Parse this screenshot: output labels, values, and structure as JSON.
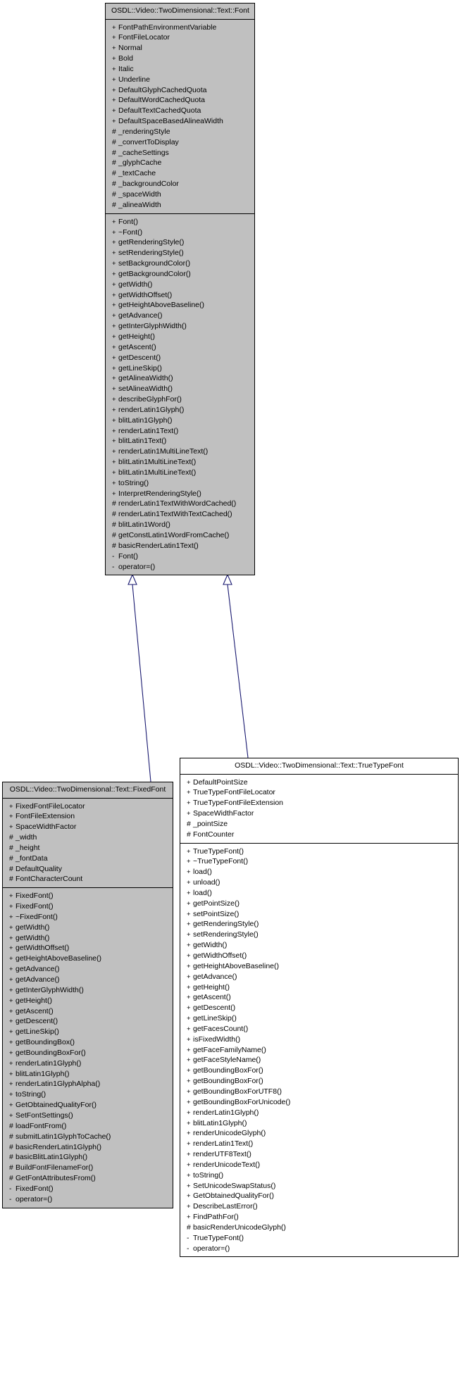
{
  "diagram": {
    "type": "uml-class-diagram",
    "title": "OSDL Text Font class hierarchy",
    "relationship": "generalization",
    "edge_color": "#191970",
    "class_fill": "#c0c0c0",
    "class_fill_alt": "#ffffff",
    "border_color": "#000000"
  },
  "classes": {
    "font": {
      "name": "OSDL::Video::TwoDimensional::Text::Font",
      "attributes": [
        {
          "vis": "+",
          "name": "FontPathEnvironmentVariable"
        },
        {
          "vis": "+",
          "name": "FontFileLocator"
        },
        {
          "vis": "+",
          "name": "Normal"
        },
        {
          "vis": "+",
          "name": "Bold"
        },
        {
          "vis": "+",
          "name": "Italic"
        },
        {
          "vis": "+",
          "name": "Underline"
        },
        {
          "vis": "+",
          "name": "DefaultGlyphCachedQuota"
        },
        {
          "vis": "+",
          "name": "DefaultWordCachedQuota"
        },
        {
          "vis": "+",
          "name": "DefaultTextCachedQuota"
        },
        {
          "vis": "+",
          "name": "DefaultSpaceBasedAlineaWidth"
        },
        {
          "vis": "#",
          "name": "_renderingStyle"
        },
        {
          "vis": "#",
          "name": "_convertToDisplay"
        },
        {
          "vis": "#",
          "name": "_cacheSettings"
        },
        {
          "vis": "#",
          "name": "_glyphCache"
        },
        {
          "vis": "#",
          "name": "_textCache"
        },
        {
          "vis": "#",
          "name": "_backgroundColor"
        },
        {
          "vis": "#",
          "name": "_spaceWidth"
        },
        {
          "vis": "#",
          "name": "_alineaWidth"
        }
      ],
      "operations": [
        {
          "vis": "+",
          "name": "Font()"
        },
        {
          "vis": "+",
          "name": "~Font()"
        },
        {
          "vis": "+",
          "name": "getRenderingStyle()"
        },
        {
          "vis": "+",
          "name": "setRenderingStyle()"
        },
        {
          "vis": "+",
          "name": "setBackgroundColor()"
        },
        {
          "vis": "+",
          "name": "getBackgroundColor()"
        },
        {
          "vis": "+",
          "name": "getWidth()"
        },
        {
          "vis": "+",
          "name": "getWidthOffset()"
        },
        {
          "vis": "+",
          "name": "getHeightAboveBaseline()"
        },
        {
          "vis": "+",
          "name": "getAdvance()"
        },
        {
          "vis": "+",
          "name": "getInterGlyphWidth()"
        },
        {
          "vis": "+",
          "name": "getHeight()"
        },
        {
          "vis": "+",
          "name": "getAscent()"
        },
        {
          "vis": "+",
          "name": "getDescent()"
        },
        {
          "vis": "+",
          "name": "getLineSkip()"
        },
        {
          "vis": "+",
          "name": "getAlineaWidth()"
        },
        {
          "vis": "+",
          "name": "setAlineaWidth()"
        },
        {
          "vis": "+",
          "name": "describeGlyphFor()"
        },
        {
          "vis": "+",
          "name": "renderLatin1Glyph()"
        },
        {
          "vis": "+",
          "name": "blitLatin1Glyph()"
        },
        {
          "vis": "+",
          "name": "renderLatin1Text()"
        },
        {
          "vis": "+",
          "name": "blitLatin1Text()"
        },
        {
          "vis": "+",
          "name": "renderLatin1MultiLineText()"
        },
        {
          "vis": "+",
          "name": "blitLatin1MultiLineText()"
        },
        {
          "vis": "+",
          "name": "blitLatin1MultiLineText()"
        },
        {
          "vis": "+",
          "name": "toString()"
        },
        {
          "vis": "+",
          "name": "InterpretRenderingStyle()"
        },
        {
          "vis": "#",
          "name": "renderLatin1TextWithWordCached()"
        },
        {
          "vis": "#",
          "name": "renderLatin1TextWithTextCached()"
        },
        {
          "vis": "#",
          "name": "blitLatin1Word()"
        },
        {
          "vis": "#",
          "name": "getConstLatin1WordFromCache()"
        },
        {
          "vis": "#",
          "name": "basicRenderLatin1Text()"
        },
        {
          "vis": "-",
          "name": "Font()"
        },
        {
          "vis": "-",
          "name": "operator=()"
        }
      ]
    },
    "fixedfont": {
      "name": "OSDL::Video::TwoDimensional::Text::FixedFont",
      "attributes": [
        {
          "vis": "+",
          "name": "FixedFontFileLocator"
        },
        {
          "vis": "+",
          "name": "FontFileExtension"
        },
        {
          "vis": "+",
          "name": "SpaceWidthFactor"
        },
        {
          "vis": "#",
          "name": "_width"
        },
        {
          "vis": "#",
          "name": "_height"
        },
        {
          "vis": "#",
          "name": "_fontData"
        },
        {
          "vis": "#",
          "name": "DefaultQuality"
        },
        {
          "vis": "#",
          "name": "FontCharacterCount"
        }
      ],
      "operations": [
        {
          "vis": "+",
          "name": "FixedFont()"
        },
        {
          "vis": "+",
          "name": "FixedFont()"
        },
        {
          "vis": "+",
          "name": "~FixedFont()"
        },
        {
          "vis": "+",
          "name": "getWidth()"
        },
        {
          "vis": "+",
          "name": "getWidth()"
        },
        {
          "vis": "+",
          "name": "getWidthOffset()"
        },
        {
          "vis": "+",
          "name": "getHeightAboveBaseline()"
        },
        {
          "vis": "+",
          "name": "getAdvance()"
        },
        {
          "vis": "+",
          "name": "getAdvance()"
        },
        {
          "vis": "+",
          "name": "getInterGlyphWidth()"
        },
        {
          "vis": "+",
          "name": "getHeight()"
        },
        {
          "vis": "+",
          "name": "getAscent()"
        },
        {
          "vis": "+",
          "name": "getDescent()"
        },
        {
          "vis": "+",
          "name": "getLineSkip()"
        },
        {
          "vis": "+",
          "name": "getBoundingBox()"
        },
        {
          "vis": "+",
          "name": "getBoundingBoxFor()"
        },
        {
          "vis": "+",
          "name": "renderLatin1Glyph()"
        },
        {
          "vis": "+",
          "name": "blitLatin1Glyph()"
        },
        {
          "vis": "+",
          "name": "renderLatin1GlyphAlpha()"
        },
        {
          "vis": "+",
          "name": "toString()"
        },
        {
          "vis": "+",
          "name": "GetObtainedQualityFor()"
        },
        {
          "vis": "+",
          "name": "SetFontSettings()"
        },
        {
          "vis": "#",
          "name": "loadFontFrom()"
        },
        {
          "vis": "#",
          "name": "submitLatin1GlyphToCache()"
        },
        {
          "vis": "#",
          "name": "basicRenderLatin1Glyph()"
        },
        {
          "vis": "#",
          "name": "basicBlitLatin1Glyph()"
        },
        {
          "vis": "#",
          "name": "BuildFontFilenameFor()"
        },
        {
          "vis": "#",
          "name": "GetFontAttributesFrom()"
        },
        {
          "vis": "-",
          "name": "FixedFont()"
        },
        {
          "vis": "-",
          "name": "operator=()"
        }
      ]
    },
    "truetypefont": {
      "name": "OSDL::Video::TwoDimensional::Text::TrueTypeFont",
      "attributes": [
        {
          "vis": "+",
          "name": "DefaultPointSize"
        },
        {
          "vis": "+",
          "name": "TrueTypeFontFileLocator"
        },
        {
          "vis": "+",
          "name": "TrueTypeFontFileExtension"
        },
        {
          "vis": "+",
          "name": "SpaceWidthFactor"
        },
        {
          "vis": "#",
          "name": "_pointSize"
        },
        {
          "vis": "#",
          "name": "FontCounter"
        }
      ],
      "operations": [
        {
          "vis": "+",
          "name": "TrueTypeFont()"
        },
        {
          "vis": "+",
          "name": "~TrueTypeFont()"
        },
        {
          "vis": "+",
          "name": "load()"
        },
        {
          "vis": "+",
          "name": "unload()"
        },
        {
          "vis": "+",
          "name": "load()"
        },
        {
          "vis": "+",
          "name": "getPointSize()"
        },
        {
          "vis": "+",
          "name": "setPointSize()"
        },
        {
          "vis": "+",
          "name": "getRenderingStyle()"
        },
        {
          "vis": "+",
          "name": "setRenderingStyle()"
        },
        {
          "vis": "+",
          "name": "getWidth()"
        },
        {
          "vis": "+",
          "name": "getWidthOffset()"
        },
        {
          "vis": "+",
          "name": "getHeightAboveBaseline()"
        },
        {
          "vis": "+",
          "name": "getAdvance()"
        },
        {
          "vis": "+",
          "name": "getHeight()"
        },
        {
          "vis": "+",
          "name": "getAscent()"
        },
        {
          "vis": "+",
          "name": "getDescent()"
        },
        {
          "vis": "+",
          "name": "getLineSkip()"
        },
        {
          "vis": "+",
          "name": "getFacesCount()"
        },
        {
          "vis": "+",
          "name": "isFixedWidth()"
        },
        {
          "vis": "+",
          "name": "getFaceFamilyName()"
        },
        {
          "vis": "+",
          "name": "getFaceStyleName()"
        },
        {
          "vis": "+",
          "name": "getBoundingBoxFor()"
        },
        {
          "vis": "+",
          "name": "getBoundingBoxFor()"
        },
        {
          "vis": "+",
          "name": "getBoundingBoxForUTF8()"
        },
        {
          "vis": "+",
          "name": "getBoundingBoxForUnicode()"
        },
        {
          "vis": "+",
          "name": "renderLatin1Glyph()"
        },
        {
          "vis": "+",
          "name": "blitLatin1Glyph()"
        },
        {
          "vis": "+",
          "name": "renderUnicodeGlyph()"
        },
        {
          "vis": "+",
          "name": "renderLatin1Text()"
        },
        {
          "vis": "+",
          "name": "renderUTF8Text()"
        },
        {
          "vis": "+",
          "name": "renderUnicodeText()"
        },
        {
          "vis": "+",
          "name": "toString()"
        },
        {
          "vis": "+",
          "name": "SetUnicodeSwapStatus()"
        },
        {
          "vis": "+",
          "name": "GetObtainedQualityFor()"
        },
        {
          "vis": "+",
          "name": "DescribeLastError()"
        },
        {
          "vis": "+",
          "name": "FindPathFor()"
        },
        {
          "vis": "#",
          "name": "basicRenderUnicodeGlyph()"
        },
        {
          "vis": "-",
          "name": "TrueTypeFont()"
        },
        {
          "vis": "-",
          "name": "operator=()"
        }
      ]
    }
  }
}
